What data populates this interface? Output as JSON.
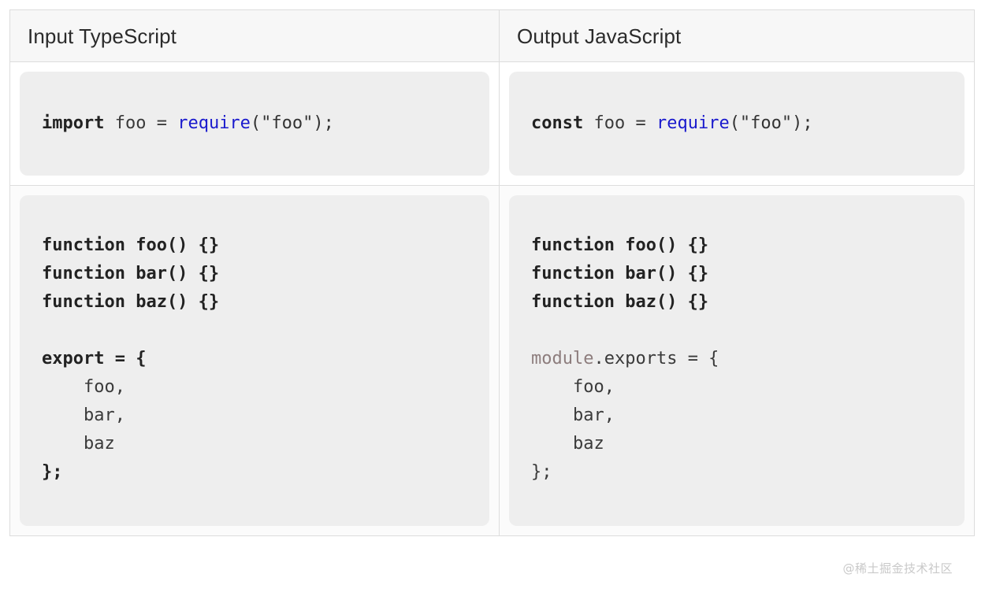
{
  "table": {
    "headers": [
      {
        "label": "Input TypeScript"
      },
      {
        "label": "Output JavaScript"
      }
    ],
    "rows": [
      {
        "left": {
          "lines": [
            {
              "tokens": [
                {
                  "text": "import ",
                  "style": "kw"
                },
                {
                  "text": "foo = ",
                  "style": "plain"
                },
                {
                  "text": "require",
                  "style": "fn-blue"
                },
                {
                  "text": "(\"foo\");",
                  "style": "punc"
                }
              ]
            }
          ]
        },
        "right": {
          "lines": [
            {
              "tokens": [
                {
                  "text": "const ",
                  "style": "kw"
                },
                {
                  "text": "foo = ",
                  "style": "plain"
                },
                {
                  "text": "require",
                  "style": "fn-blue"
                },
                {
                  "text": "(\"foo\");",
                  "style": "punc"
                }
              ]
            }
          ]
        }
      },
      {
        "left": {
          "lines": [
            {
              "tokens": [
                {
                  "text": "function foo() {}",
                  "style": "kw"
                }
              ]
            },
            {
              "tokens": [
                {
                  "text": "function bar() {}",
                  "style": "kw"
                }
              ]
            },
            {
              "tokens": [
                {
                  "text": "function baz() {}",
                  "style": "kw"
                }
              ]
            },
            {
              "blank": true
            },
            {
              "tokens": [
                {
                  "text": "export = {",
                  "style": "kw"
                }
              ]
            },
            {
              "tokens": [
                {
                  "text": "    foo,",
                  "style": "plain"
                }
              ]
            },
            {
              "tokens": [
                {
                  "text": "    bar,",
                  "style": "plain"
                }
              ]
            },
            {
              "tokens": [
                {
                  "text": "    baz",
                  "style": "plain"
                }
              ]
            },
            {
              "tokens": [
                {
                  "text": "};",
                  "style": "kw"
                }
              ]
            }
          ]
        },
        "right": {
          "lines": [
            {
              "tokens": [
                {
                  "text": "function foo() {}",
                  "style": "kw"
                }
              ]
            },
            {
              "tokens": [
                {
                  "text": "function bar() {}",
                  "style": "kw"
                }
              ]
            },
            {
              "tokens": [
                {
                  "text": "function baz() {}",
                  "style": "kw"
                }
              ]
            },
            {
              "blank": true
            },
            {
              "tokens": [
                {
                  "text": "module",
                  "style": "mod"
                },
                {
                  "text": ".exports = {",
                  "style": "plain"
                }
              ]
            },
            {
              "tokens": [
                {
                  "text": "    foo,",
                  "style": "plain"
                }
              ]
            },
            {
              "tokens": [
                {
                  "text": "    bar,",
                  "style": "plain"
                }
              ]
            },
            {
              "tokens": [
                {
                  "text": "    baz",
                  "style": "plain"
                }
              ]
            },
            {
              "tokens": [
                {
                  "text": "};",
                  "style": "plain"
                }
              ]
            }
          ]
        }
      }
    ]
  },
  "watermark": {
    "text": "@稀土掘金技术社区"
  },
  "colors": {
    "keyword": "#222222",
    "function_call": "#1a1acd",
    "module_object": "#8d7d7d",
    "code_background": "#eeeeee",
    "border": "#dddddd",
    "header_background": "#f7f7f7",
    "striped_row_background": "#fbfbfb"
  }
}
